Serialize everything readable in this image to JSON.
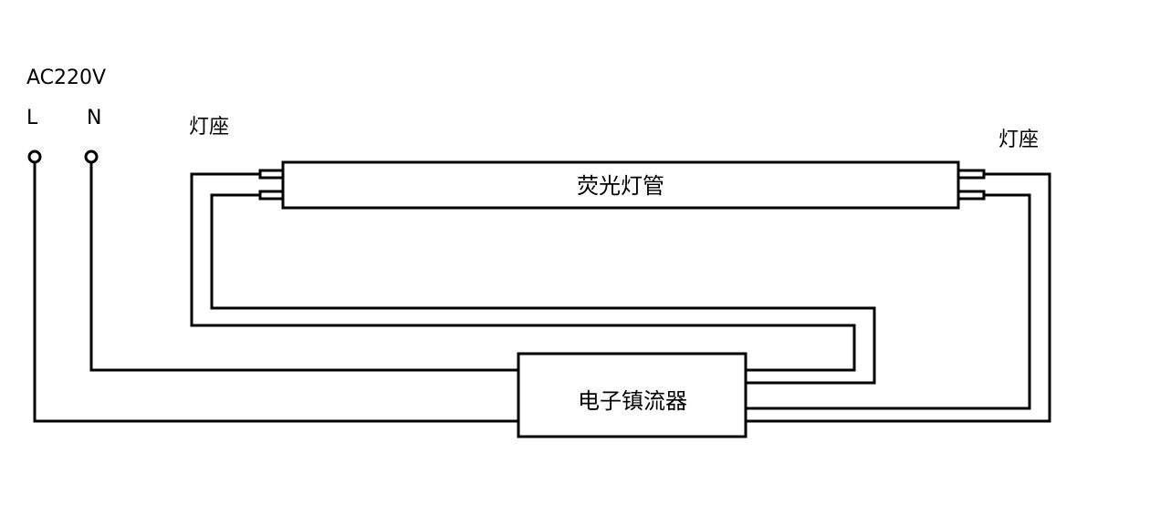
{
  "supply": {
    "label": "AC220V",
    "terminal_l": "L",
    "terminal_n": "N"
  },
  "lamp_holder_left": "灯座",
  "lamp_holder_right": "灯座",
  "tube": {
    "label": "荧光灯管"
  },
  "ballast": {
    "label": "电子镇流器"
  }
}
